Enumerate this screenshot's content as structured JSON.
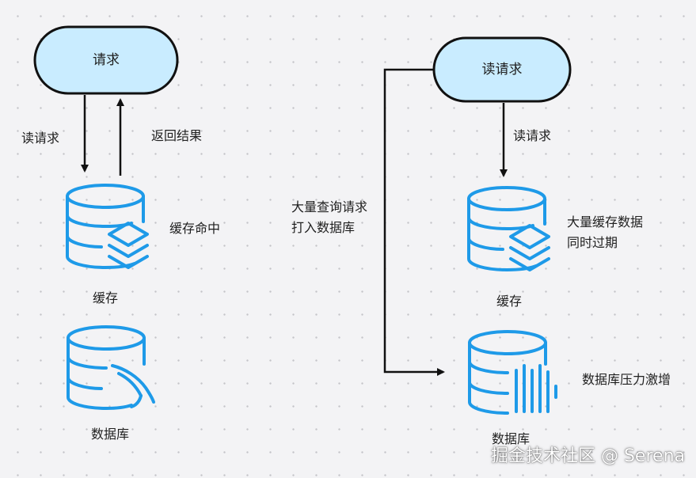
{
  "colors": {
    "pill_fill": "#c9ecff",
    "stroke": "#111111",
    "db_blue": "#1e9ae8",
    "background": "#f3f3f5"
  },
  "left": {
    "request_pill": "请求",
    "arrow_down_label": "读请求",
    "arrow_up_label": "返回结果",
    "cache_status": "缓存命中",
    "cache_label": "缓存",
    "db_label": "数据库"
  },
  "right": {
    "request_pill": "读请求",
    "arrow_down_label": "读请求",
    "bypass_label": "大量查询请求\n打入数据库",
    "cache_status": "大量缓存数据\n同时过期",
    "cache_label": "缓存",
    "db_status": "数据库压力激增",
    "db_label": "数据库"
  },
  "watermark": "掘金技术社区 @ Serena"
}
